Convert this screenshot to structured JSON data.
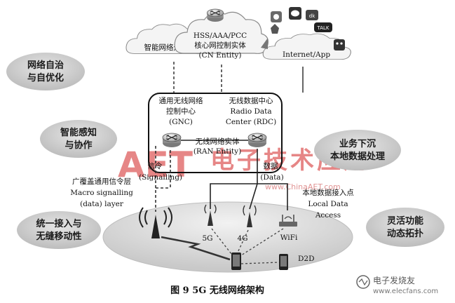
{
  "features": [
    {
      "line1": "网络自治",
      "line2": "与自优化"
    },
    {
      "line1": "智能感知",
      "line2": "与协作"
    },
    {
      "line1": "统一接入与",
      "line2": "无缝移动性"
    },
    {
      "line1": "业务下沉",
      "line2": "本地数据处理"
    },
    {
      "line1": "灵活功能",
      "line2": "动态拓扑"
    }
  ],
  "clouds": {
    "ops": "智能网络运维",
    "cn_line1": "HSS/AAA/PCC",
    "cn_line2": "核心网控制实体",
    "cn_line3": "(CN Entity)",
    "internet": "Internet/App"
  },
  "app_icons": {
    "talk": "TALK"
  },
  "gnc": {
    "line1": "通用无线网络",
    "line2": "控制中心",
    "line3": "(GNC)"
  },
  "rdc": {
    "line1": "无线数据中心",
    "line2": "Radio Data",
    "line3": "Center (RDC)"
  },
  "ran": {
    "line1": "无线网络实体",
    "line2": "(RAN Entity)"
  },
  "signalling": {
    "line1": "信令",
    "line2": "(Signalling)"
  },
  "data_link": {
    "line1": "数据",
    "line2": "(Data)"
  },
  "macro": {
    "line1": "广覆盖通用信令层",
    "line2": "Macro signalling",
    "line3": "(data) layer"
  },
  "local": {
    "line1": "本地数据接入点",
    "line2": "Local Data",
    "line3": "Access"
  },
  "access": {
    "g5": "5G",
    "g4": "4G",
    "wifi": "WiFi",
    "d2d": "D2D"
  },
  "watermark": {
    "logo": "AET",
    "cn": "电子技术应用",
    "url": "www.ChinaAET.com"
  },
  "caption": "图 9   5G 无线网络架构",
  "brand": {
    "cn": "电子发烧友",
    "url": "www.elecfans.com"
  },
  "colors": {
    "feature_fill": "#cfcfcf",
    "watermark": "#d32424",
    "ellipse": "#dcdcdc"
  }
}
